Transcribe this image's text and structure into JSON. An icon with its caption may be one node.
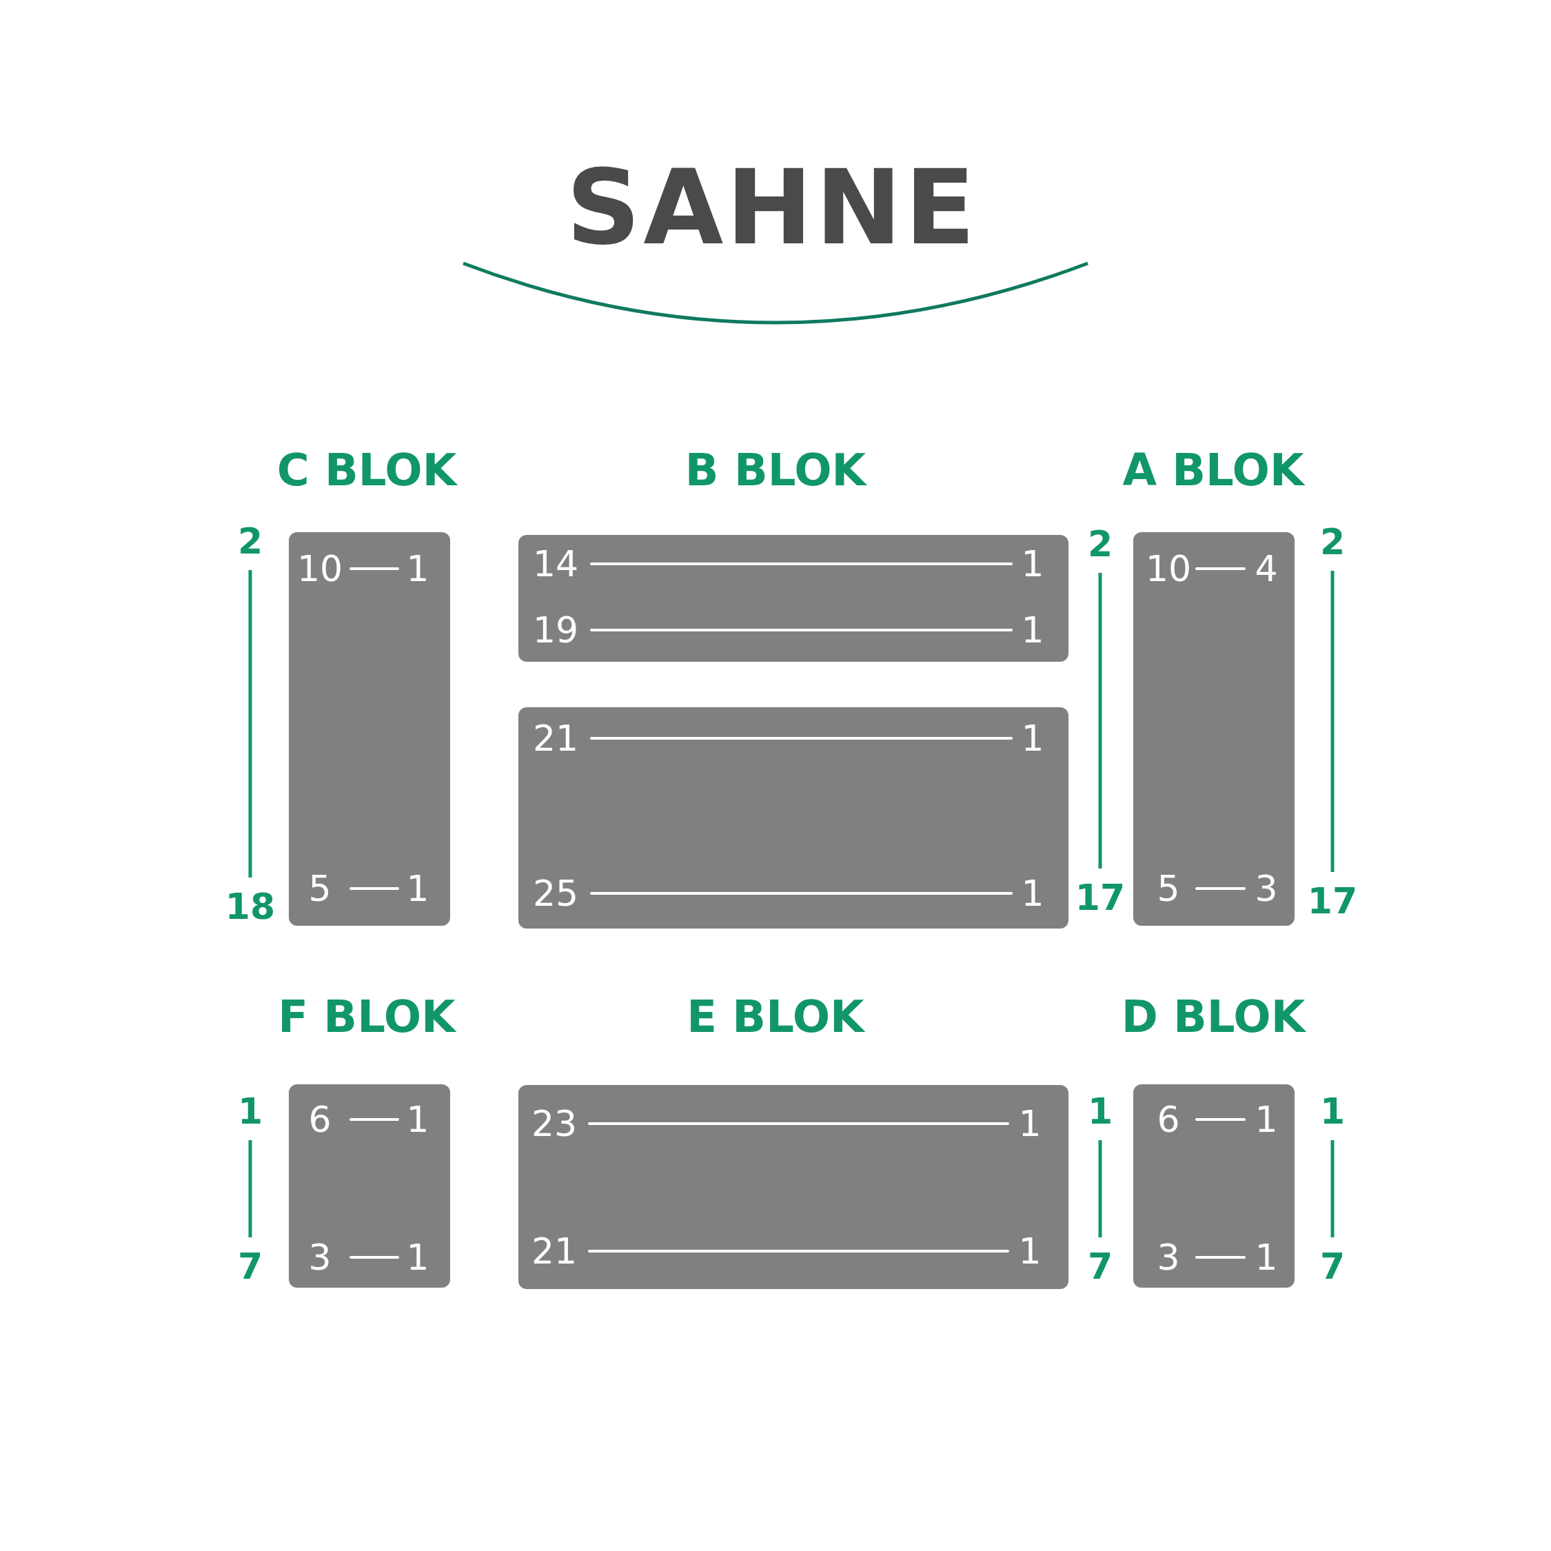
{
  "diagram": {
    "title": "SAHNE",
    "nodes": [
      {
        "text": [
          "C BLOK",
          "10",
          "1",
          "5",
          "1"
        ],
        "beside": [
          "2",
          "18"
        ]
      },
      {
        "text": [
          "B BLOK",
          "14",
          "1",
          "19",
          "1"
        ]
      },
      {
        "text": [
          "21",
          "1",
          "25",
          "1"
        ]
      },
      {
        "text": [
          "A BLOK",
          "10",
          "4",
          "5",
          "3"
        ],
        "beside": [
          "2",
          "17",
          "2",
          "17"
        ]
      },
      {
        "text": [
          "F BLOK",
          "6",
          "1",
          "3",
          "1"
        ],
        "beside": [
          "1",
          "7"
        ]
      },
      {
        "text": [
          "E BLOK",
          "23",
          "1",
          "21",
          "1"
        ]
      },
      {
        "text": [
          "D BLOK",
          "6",
          "1",
          "3",
          "1"
        ],
        "beside": [
          "1",
          "7",
          "1",
          "7"
        ]
      }
    ],
    "edges": []
  }
}
